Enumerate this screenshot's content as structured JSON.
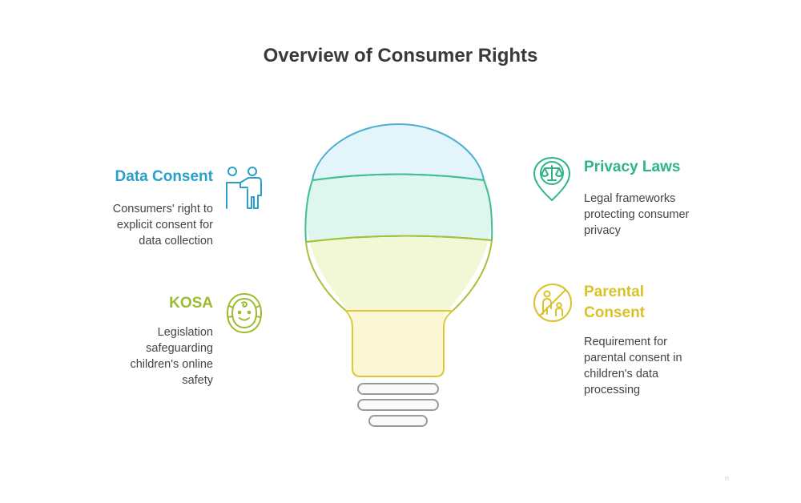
{
  "title": "Overview of Consumer Rights",
  "items": [
    {
      "title": "Data Consent",
      "desc": [
        "Consumers' right to",
        "explicit consent for",
        "data collection"
      ],
      "color": "#2a9fc9",
      "icon": "people-presentation-icon"
    },
    {
      "title": "Privacy Laws",
      "desc": [
        "Legal frameworks",
        "protecting consumer",
        "privacy"
      ],
      "color": "#2fb585",
      "icon": "scales-pin-icon"
    },
    {
      "title": "KOSA",
      "desc": [
        "Legislation",
        "safeguarding",
        "children's online",
        "safety"
      ],
      "color": "#9dbb2f",
      "icon": "child-face-icon"
    },
    {
      "title": "Parental Consent",
      "desc": [
        "Requirement for",
        "parental consent in",
        "children's data",
        "processing"
      ],
      "title_lines": [
        "Parental",
        "Consent"
      ],
      "color": "#d9c22a",
      "icon": "no-family-icon"
    }
  ],
  "bands": {
    "top": "#e3f5fb",
    "upper": "#dff6ee",
    "lower": "#f2f8d6",
    "neck": "#fbf7d4"
  },
  "watermark": "n"
}
